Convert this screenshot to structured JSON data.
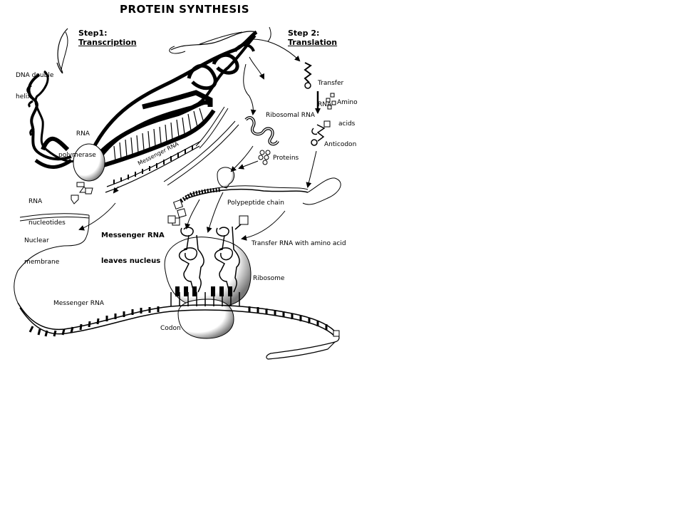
{
  "title": "PROTEIN SYNTHESIS",
  "step1": {
    "label": "Step1:",
    "name": "Transcription"
  },
  "step2": {
    "label": "Step 2:",
    "name": "Translation"
  },
  "labels": {
    "dna_helix_1": "DNA double",
    "dna_helix_2": "helix",
    "rna_polymerase_1": "RNA",
    "rna_polymerase_2": "polymerase",
    "messenger_rna_strand": "Messenger RNA",
    "rna_nucleotides_1": "RNA",
    "rna_nucleotides_2": "nucleotides",
    "nuclear_membrane_1": "Nuclear",
    "nuclear_membrane_2": "membrane",
    "mrna_leaves_1": "Messenger RNA",
    "mrna_leaves_2": "leaves nucleus",
    "ribosomal_rna": "Ribosomal RNA",
    "proteins": "Proteins",
    "transfer_rna_1": "Transfer",
    "transfer_rna_2": "RNA",
    "amino_acids_1": "Amino",
    "amino_acids_2": "acids",
    "anticodon": "Anticodon",
    "polypeptide_chain": "Polypeptide chain",
    "trna_with_amino_acid": "Transfer RNA with amino acid",
    "ribosome": "Ribosome",
    "messenger_rna_bottom": "Messenger RNA",
    "codon": "Codon"
  }
}
